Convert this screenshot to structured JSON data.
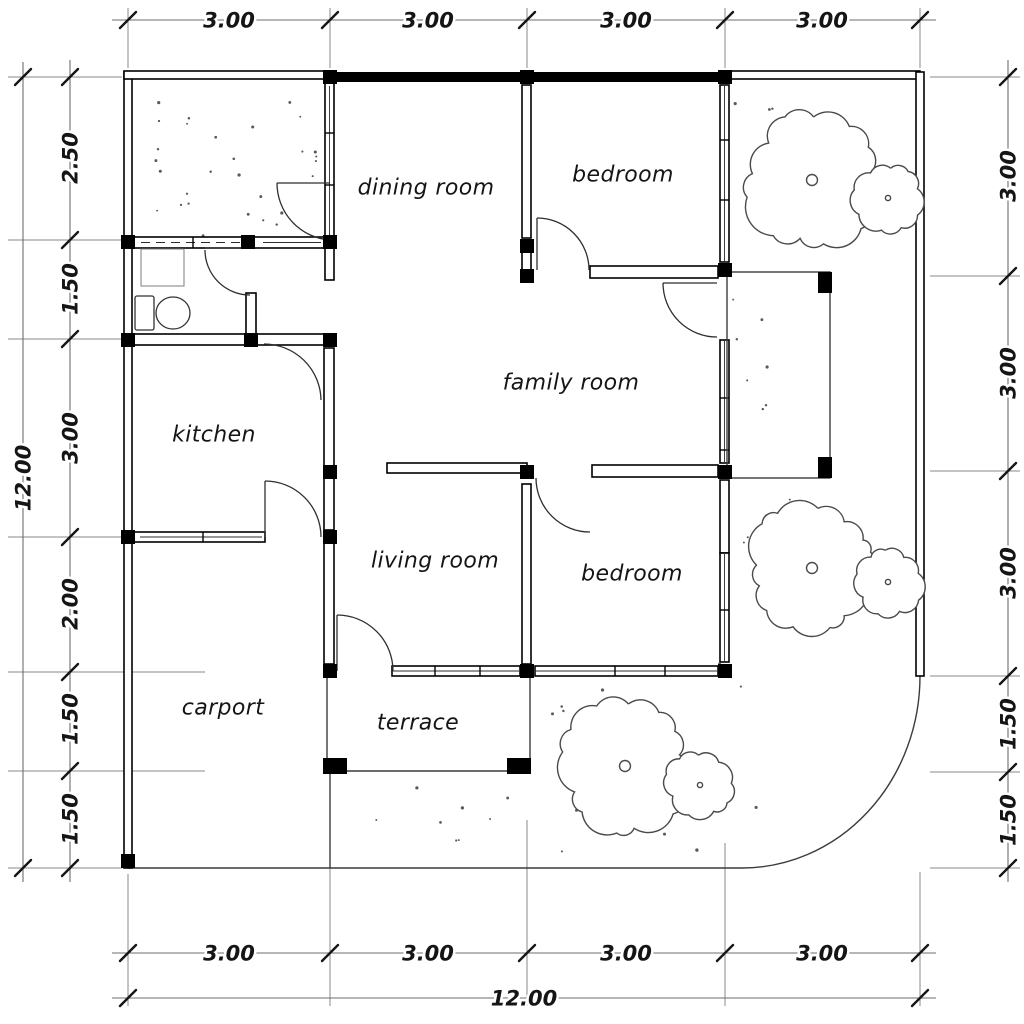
{
  "diagram": {
    "type": "floor-plan",
    "rooms": {
      "dining": "dining room",
      "bedroom_top": "bedroom",
      "family": "family room",
      "kitchen": "kitchen",
      "living": "living room",
      "bedroom_bottom": "bedroom",
      "carport": "carport",
      "terrace": "terrace"
    },
    "dimensions": {
      "top": [
        "3.00",
        "3.00",
        "3.00",
        "3.00"
      ],
      "bottom": [
        "3.00",
        "3.00",
        "3.00",
        "3.00"
      ],
      "bottom_total": "12.00",
      "left": [
        "2.50",
        "1.50",
        "3.00",
        "2.00",
        "1.50",
        "1.50"
      ],
      "left_total": "12.00",
      "right": [
        "3.00",
        "3.00",
        "3.00",
        "1.50",
        "1.50"
      ]
    },
    "colors": {
      "wall": "#000000",
      "line": "#3c3c3c",
      "dimension_line": "#6e6e6e",
      "text": "#151515",
      "background": "#ffffff"
    }
  }
}
